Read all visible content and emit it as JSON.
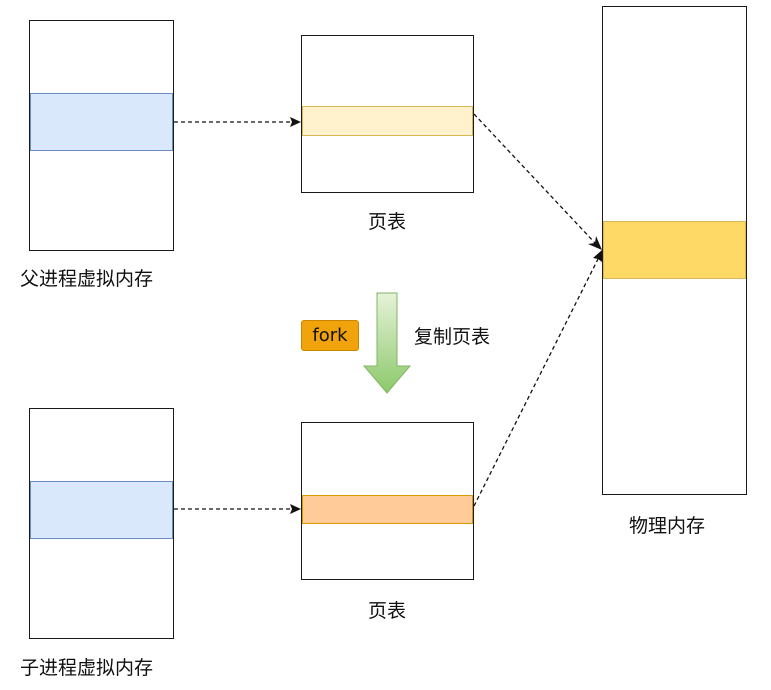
{
  "parent_vm": {
    "label": "父进程虚拟内存"
  },
  "child_vm": {
    "label": "子进程虚拟内存"
  },
  "parent_page_table": {
    "label": "页表"
  },
  "child_page_table": {
    "label": "页表"
  },
  "physical_memory": {
    "label": "物理内存"
  },
  "fork": {
    "badge": "fork",
    "action": "复制页表"
  },
  "colors": {
    "vm_band": "#dae8fc",
    "vm_band_border": "#6c8ebf",
    "parent_pt_band": "#fff2cc",
    "parent_pt_band_border": "#d6b656",
    "child_pt_band": "#ffcc99",
    "child_pt_band_border": "#d79b00",
    "phys_band": "#ffd966",
    "fork_badge": "#f0a30a",
    "copy_arrow": "#97d077"
  }
}
